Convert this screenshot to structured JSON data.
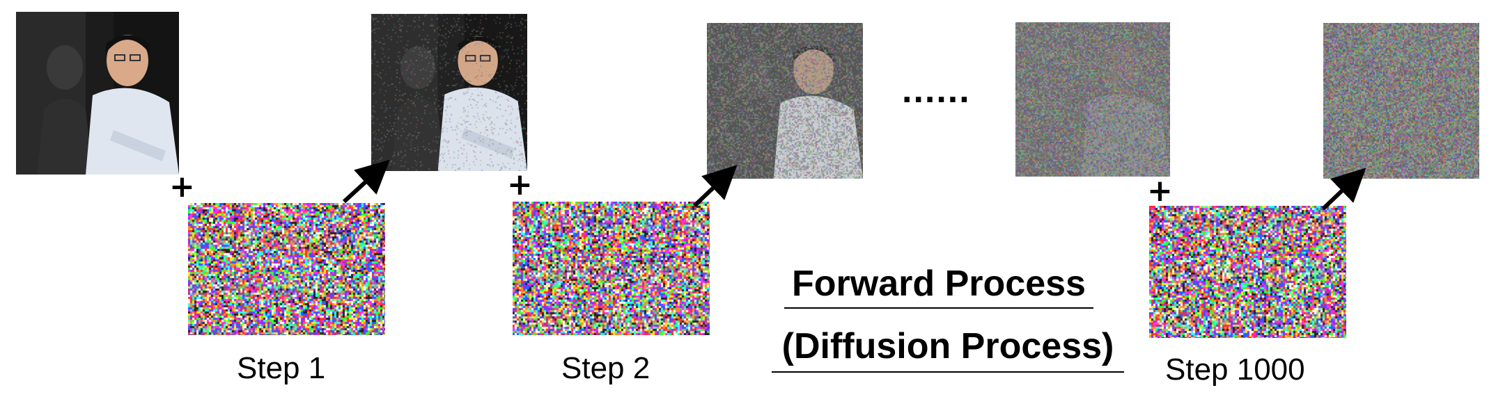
{
  "diagram": {
    "title_line1": "Forward Process",
    "title_line2": "(Diffusion Process)",
    "ellipsis": "......",
    "plus_symbol": "+",
    "steps": [
      {
        "label": "Step 1"
      },
      {
        "label": "Step 2"
      },
      {
        "label": "Step 1000"
      }
    ],
    "images": [
      {
        "name": "original-portrait",
        "noise_level": 0
      },
      {
        "name": "portrait-after-step-1",
        "noise_level": 0.05
      },
      {
        "name": "portrait-after-step-2",
        "noise_level": 0.45
      },
      {
        "name": "portrait-intermediate",
        "noise_level": 0.8
      },
      {
        "name": "pure-noise-result",
        "noise_level": 1
      }
    ],
    "colors": {
      "background": "#ffffff",
      "text": "#000000",
      "arrow": "#000000"
    }
  }
}
